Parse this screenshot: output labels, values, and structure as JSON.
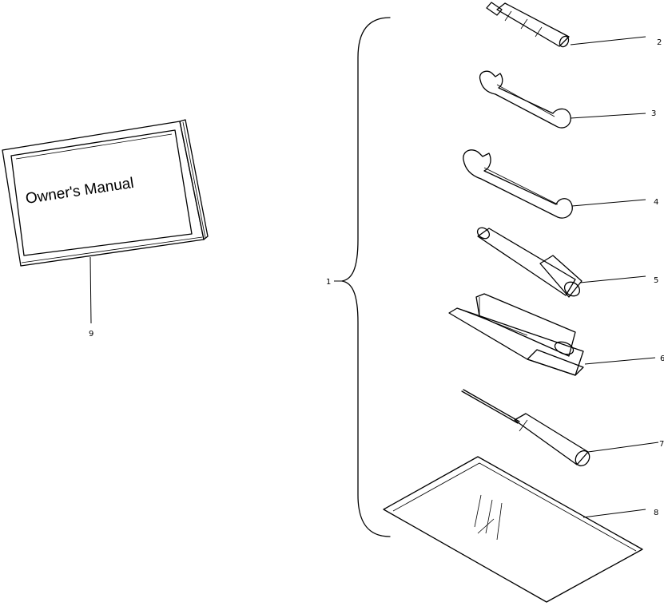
{
  "manual": {
    "cover_title": "Owner's Manual"
  },
  "callouts": {
    "kit": "1",
    "spark_plug_tool": "2",
    "wrench_small": "3",
    "wrench_large": "4",
    "socket_wrench": "5",
    "spanner": "6",
    "screwdriver": "7",
    "tool_bag": "8",
    "owners_manual": "9"
  }
}
